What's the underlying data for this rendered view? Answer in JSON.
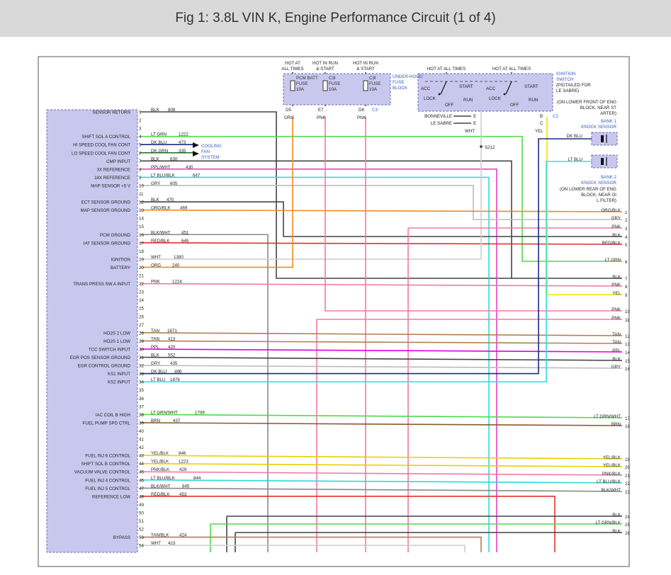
{
  "title": "Fig 1: 3.8L VIN K, Engine Performance Circuit (1 of 4)",
  "fuse_block": {
    "headers": [
      "HOT AT ALL TIMES",
      "HOT IN RUN & START",
      "HOT IN RUN & START"
    ],
    "label": "UNDER-HOOD FUSE BLOCK",
    "fuses": [
      {
        "name": "PCM BATT FUSE",
        "rating": "10A",
        "pin": "D5",
        "wire": "ORG"
      },
      {
        "name": "C3I FUSE",
        "rating": "10A",
        "pin": "E7",
        "wire": "PNK"
      },
      {
        "name": "C3I FUSE",
        "rating": "10A",
        "pin": "D8",
        "wire": "PNK"
      }
    ],
    "connector": "C3"
  },
  "ignition": {
    "headers": [
      "HOT AT ALL TIMES",
      "HOT AT ALL TIMES"
    ],
    "positions": [
      "ACC",
      "LOCK",
      "OFF",
      "START",
      "RUN"
    ],
    "label": "IGNITION SWITCH (PIGTAILED FOR LE SABRE)",
    "connector": "C2",
    "pins": [
      {
        "pin": "B",
        "wire": ""
      },
      {
        "pin": "C",
        "wire": "YEL"
      }
    ],
    "models": [
      {
        "name": "BONNEVILLE",
        "pin": "E"
      },
      {
        "name": "LE SABRE",
        "pin": "E"
      }
    ],
    "wht": "WHT",
    "splice": "S212"
  },
  "notes": {
    "front": "(ON LOWER FRONT OF ENG BLOCK, NEAR STARTER)",
    "rear": "(ON LOWER REAR OF ENG BLOCK, NEAR OIL FILTER)"
  },
  "knock_sensors": [
    {
      "label": "BANK 1 KNOCK SENSOR",
      "wire": "DK BLU"
    },
    {
      "label": "BANK 2 KNOCK SENSOR",
      "wire": "LT BLU"
    }
  ],
  "cooling_fan": "COOLING FAN SYSTEM",
  "pcm_pins": [
    {
      "n": "1",
      "label": "SENSOR RETURN",
      "wire": "BLK",
      "circuit": "808"
    },
    {
      "n": "2",
      "label": "",
      "wire": "",
      "circuit": ""
    },
    {
      "n": "3",
      "label": "",
      "wire": "",
      "circuit": ""
    },
    {
      "n": "4",
      "label": "SHIFT SOL A CONTROL",
      "wire": "LT GRN",
      "circuit": "1222"
    },
    {
      "n": "5",
      "label": "HI SPEED COOL FAN CONT",
      "wire": "DK BLU",
      "circuit": "473"
    },
    {
      "n": "6",
      "label": "LO SPEED COOL FAN CONT",
      "wire": "DK GRN",
      "circuit": "335"
    },
    {
      "n": "7",
      "label": "CMP INPUT",
      "wire": "BLK",
      "circuit": "630"
    },
    {
      "n": "8",
      "label": "3X REFERENCE",
      "wire": "PPL/WHT",
      "circuit": "430"
    },
    {
      "n": "9",
      "label": "18X REFERENCE",
      "wire": "LT BLU/BLK",
      "circuit": "647"
    },
    {
      "n": "10",
      "label": "MAP SENSOR +5 V",
      "wire": "GRY",
      "circuit": "605"
    },
    {
      "n": "11",
      "label": "",
      "wire": "",
      "circuit": ""
    },
    {
      "n": "12",
      "label": "ECT SENSOR GROUND",
      "wire": "BLK",
      "circuit": "470"
    },
    {
      "n": "13",
      "label": "MAP SENSOR GROUND",
      "wire": "ORG/BLK",
      "circuit": "469"
    },
    {
      "n": "14",
      "label": "",
      "wire": "",
      "circuit": ""
    },
    {
      "n": "15",
      "label": "",
      "wire": "",
      "circuit": ""
    },
    {
      "n": "16",
      "label": "PCM GROUND",
      "wire": "BLK/WHT",
      "circuit": "451"
    },
    {
      "n": "17",
      "label": "IAT SENSOR GROUND",
      "wire": "RED/BLK",
      "circuit": "645"
    },
    {
      "n": "18",
      "label": "",
      "wire": "",
      "circuit": ""
    },
    {
      "n": "19",
      "label": "IGNITION",
      "wire": "WHT",
      "circuit": "1390"
    },
    {
      "n": "20",
      "label": "BATTERY",
      "wire": "ORG",
      "circuit": "240"
    },
    {
      "n": "21",
      "label": "",
      "wire": "",
      "circuit": ""
    },
    {
      "n": "22",
      "label": "TRANS PRESS SW A INPUT",
      "wire": "PNK",
      "circuit": "1224"
    },
    {
      "n": "23",
      "label": "",
      "wire": "",
      "circuit": ""
    },
    {
      "n": "24",
      "label": "",
      "wire": "",
      "circuit": ""
    },
    {
      "n": "25",
      "label": "",
      "wire": "",
      "circuit": ""
    },
    {
      "n": "26",
      "label": "",
      "wire": "",
      "circuit": ""
    },
    {
      "n": "27",
      "label": "",
      "wire": "",
      "circuit": ""
    },
    {
      "n": "28",
      "label": "HO2S 2 LOW",
      "wire": "TAN",
      "circuit": "1671"
    },
    {
      "n": "29",
      "label": "HO2S 1 LOW",
      "wire": "TAN",
      "circuit": "413"
    },
    {
      "n": "30",
      "label": "TCC SWITCH INPUT",
      "wire": "PPL",
      "circuit": "420"
    },
    {
      "n": "31",
      "label": "EGR POS SENSOR GROUND",
      "wire": "BLK",
      "circuit": "552"
    },
    {
      "n": "32",
      "label": "EGR CONTROL GROUND",
      "wire": "GRY",
      "circuit": "435"
    },
    {
      "n": "33",
      "label": "KS1 INPUT",
      "wire": "DK BLU",
      "circuit": "496"
    },
    {
      "n": "34",
      "label": "KS2 INPUT",
      "wire": "LT BLU",
      "circuit": "1876"
    },
    {
      "n": "35",
      "label": "",
      "wire": "",
      "circuit": ""
    },
    {
      "n": "36",
      "label": "",
      "wire": "",
      "circuit": ""
    },
    {
      "n": "37",
      "label": "",
      "wire": "",
      "circuit": ""
    },
    {
      "n": "38",
      "label": "IAC COIL B HIGH",
      "wire": "LT GRN/WHT",
      "circuit": "1749"
    },
    {
      "n": "39",
      "label": "FUEL PUMP SPD CTRL",
      "wire": "BRN",
      "circuit": "437"
    },
    {
      "n": "40",
      "label": "",
      "wire": "",
      "circuit": ""
    },
    {
      "n": "41",
      "label": "",
      "wire": "",
      "circuit": ""
    },
    {
      "n": "42",
      "label": "",
      "wire": "",
      "circuit": ""
    },
    {
      "n": "43",
      "label": "FUEL INJ 6 CONTROL",
      "wire": "YEL/BLK",
      "circuit": "846"
    },
    {
      "n": "44",
      "label": "SHIFT SOL B CONTROL",
      "wire": "YEL/BLK",
      "circuit": "1223"
    },
    {
      "n": "45",
      "label": "VACUUM VALVE CONTROL",
      "wire": "PNK/BLK",
      "circuit": "429"
    },
    {
      "n": "46",
      "label": "FUEL INJ 4 CONTROL",
      "wire": "LT BLU/BLK",
      "circuit": "844"
    },
    {
      "n": "47",
      "label": "FUEL INJ 5 CONTROL",
      "wire": "BLK/WHT",
      "circuit": "845"
    },
    {
      "n": "48",
      "label": "REFERENCE LOW",
      "wire": "RED/BLK",
      "circuit": "453"
    },
    {
      "n": "49",
      "label": "",
      "wire": "",
      "circuit": ""
    },
    {
      "n": "50",
      "label": "",
      "wire": "",
      "circuit": ""
    },
    {
      "n": "51",
      "label": "",
      "wire": "",
      "circuit": ""
    },
    {
      "n": "52",
      "label": "",
      "wire": "",
      "circuit": ""
    },
    {
      "n": "53",
      "label": "BYPASS",
      "wire": "TAN/BLK",
      "circuit": "424"
    },
    {
      "n": "54",
      "label": "",
      "wire": "WHT",
      "circuit": "423"
    }
  ],
  "right_connectors": [
    {
      "n": "1",
      "wire": "ORG/BLK"
    },
    {
      "n": "2",
      "wire": "GRY"
    },
    {
      "n": "3",
      "wire": "PNK"
    },
    {
      "n": "4",
      "wire": "BLK"
    },
    {
      "n": "5",
      "wire": "RED/BLK"
    },
    {
      "n": "6",
      "wire": "LT GRN"
    },
    {
      "n": "7",
      "wire": "BLK"
    },
    {
      "n": "8",
      "wire": "PNK"
    },
    {
      "n": "9",
      "wire": "YEL"
    },
    {
      "n": "10",
      "wire": "PNK"
    },
    {
      "n": "11",
      "wire": "PNK"
    },
    {
      "n": "12",
      "wire": "TAN"
    },
    {
      "n": "13",
      "wire": "TAN"
    },
    {
      "n": "14",
      "wire": "PPL"
    },
    {
      "n": "15",
      "wire": "BLK"
    },
    {
      "n": "16",
      "wire": "GRY"
    },
    {
      "n": "17",
      "wire": "LT GRN/WHT"
    },
    {
      "n": "18",
      "wire": "BRN"
    },
    {
      "n": "19",
      "wire": "YEL/BLK"
    },
    {
      "n": "20",
      "wire": "YEL/BLK"
    },
    {
      "n": "21",
      "wire": "PNK/BLK"
    },
    {
      "n": "22",
      "wire": "LT BLU/BLK"
    },
    {
      "n": "23",
      "wire": "BLK/WHT"
    },
    {
      "n": "24",
      "wire": "BLK"
    },
    {
      "n": "25",
      "wire": "LT GRN/BLK"
    },
    {
      "n": "26",
      "wire": "BLK"
    }
  ],
  "colors": {
    "BLK": "#444444",
    "ORG": "#f08a24",
    "PNK": "#f07aa0",
    "LT GRN": "#4fd94f",
    "DK BLU": "#1a2a8a",
    "DK GRN": "#1c6b2a",
    "PPL/WHT": "#e840d0",
    "LT BLU/BLK": "#30d8d8",
    "GRY": "#bbbbbb",
    "ORG/BLK": "#f08a24",
    "BLK/WHT": "#888888",
    "RED/BLK": "#e03030",
    "WHT": "#cfcfcf",
    "TAN": "#b08050",
    "PPL": "#e000e0",
    "LT BLU": "#30e0e0",
    "LT GRN/WHT": "#4fd94f",
    "BRN": "#8a5a2a",
    "YEL/BLK": "#e8d000",
    "PNK/BLK": "#f07aa0",
    "YEL": "#f0e000",
    "LT GRN/BLK": "#4fd94f",
    "TAN/BLK": "#b08050"
  }
}
